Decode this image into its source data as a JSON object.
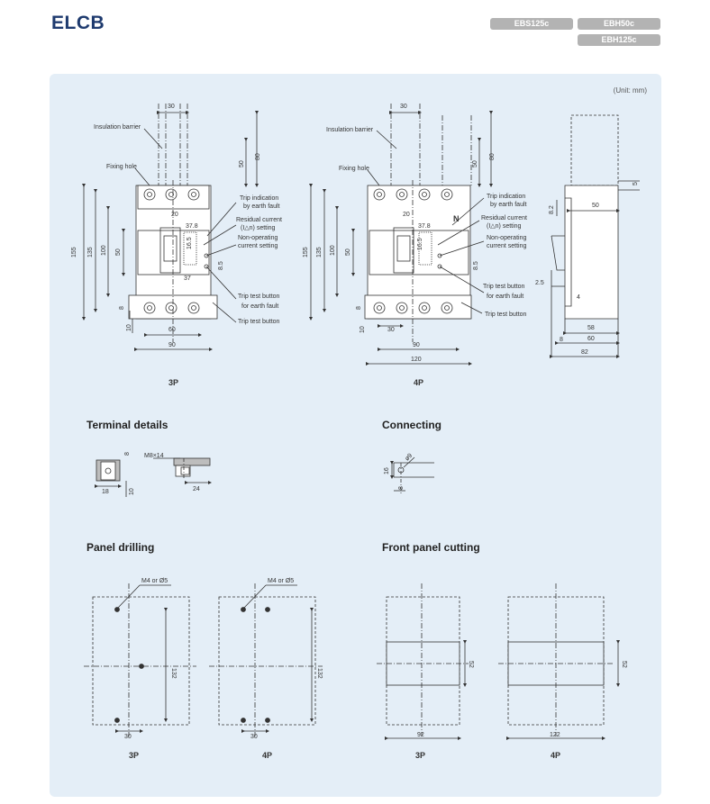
{
  "header": {
    "title": "ELCB",
    "models": [
      "EBS125c",
      "EBH50c",
      "EBH125c"
    ]
  },
  "unit_note": "(Unit: mm)",
  "front_view": {
    "labels": {
      "insulation_barrier": "Insulation barrier",
      "fixing_hole": "Fixing hole",
      "trip_indication_1": "Trip indication",
      "trip_indication_2": "by earth fault",
      "residual_current_1": "Residual current",
      "residual_current_2": "(I△n) setting",
      "non_operating_1": "Non-operating",
      "non_operating_2": "current setting",
      "trip_test_1": "Trip test button",
      "trip_test_2": "for earth fault",
      "trip_test_button": "Trip test button",
      "neutral": "N"
    },
    "dims_3p": {
      "d30": "30",
      "d80": "80",
      "d50": "50",
      "d155": "155",
      "d135": "135",
      "d100": "100",
      "d50b": "50",
      "d20": "20",
      "d37_8": "37.8",
      "d16_5": "16.5",
      "d37": "37",
      "d8_5": "8.5",
      "d8": "8",
      "d10": "10",
      "d60": "60",
      "d90": "90"
    },
    "dims_4p": {
      "d30": "30",
      "d80": "80",
      "d50": "50",
      "d155": "155",
      "d135": "135",
      "d100": "100",
      "d50b": "50",
      "d20": "20",
      "d37_8": "37.8",
      "d16_5": "16.5",
      "d8_5": "8.5",
      "d8": "8",
      "d10": "10",
      "d30b": "30",
      "d90": "90",
      "d120": "120"
    },
    "dims_side": {
      "d5": "5",
      "d8_2": "8.2",
      "d50": "50",
      "d2_5": "2.5",
      "d4": "4",
      "d58": "58",
      "d8": "8",
      "d60": "60",
      "d82": "82"
    },
    "captions": {
      "p3": "3P",
      "p4": "4P"
    }
  },
  "terminal_details": {
    "title": "Terminal details",
    "screw": "M8×14",
    "d8": "8",
    "d18": "18",
    "d10": "10",
    "d24": "24"
  },
  "connecting": {
    "title": "Connecting",
    "phi": "ø9",
    "d16": "16",
    "d8": "8"
  },
  "panel_drilling": {
    "title": "Panel drilling",
    "hole_label": "M4 or Ø5",
    "d132": "132",
    "d30": "30",
    "captions": {
      "p3": "3P",
      "p4": "4P"
    }
  },
  "front_panel_cutting": {
    "title": "Front panel cutting",
    "d52": "52",
    "d92": "92",
    "d122": "122",
    "captions": {
      "p3": "3P",
      "p4": "4P"
    }
  },
  "colors": {
    "title": "#1e3a6e",
    "panel_bg": "#e4eef7",
    "badge": "#b3b3b3"
  }
}
